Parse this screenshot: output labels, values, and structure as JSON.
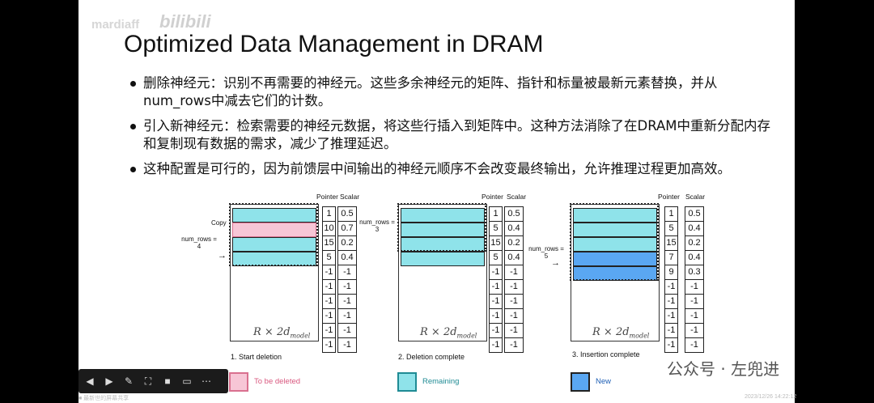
{
  "watermark": {
    "author": "mardiaff",
    "site": "bilibili"
  },
  "slide_title": "Optimized Data Management in DRAM",
  "bullets": [
    "删除神经元：识别不再需要的神经元。这些多余神经元的矩阵、指针和标量被最新元素替换，并从num_rows中减去它们的计数。",
    "引入新神经元：检索需要的神经元数据，将这些行插入到矩阵中。这种方法消除了在DRAM中重新分配内存和复制现有数据的需求，减少了推理延迟。",
    "这种配置是可行的，因为前馈层中间输出的神经元顺序不会改变最终输出，允许推理过程更加高效。"
  ],
  "diagram": {
    "headers": {
      "pointer": "Pointer",
      "scalar": "Scalar"
    },
    "matrix_caption": "R × 2d",
    "matrix_caption_sub": "model",
    "panels": [
      {
        "step": "1. Start deletion",
        "copy_label": "Copy",
        "num_rows_label": "num_rows =",
        "num_rows_value": "4",
        "pointer": [
          "1",
          "10",
          "15",
          "5",
          "-1",
          "-1",
          "-1",
          "-1",
          "-1",
          "-1"
        ],
        "scalar": [
          "0.5",
          "0.7",
          "0.2",
          "0.4",
          "-1",
          "-1",
          "-1",
          "-1",
          "-1",
          "-1"
        ]
      },
      {
        "step": "2. Deletion complete",
        "num_rows_label": "num_rows =",
        "num_rows_value": "3",
        "pointer": [
          "1",
          "5",
          "15",
          "5",
          "-1",
          "-1",
          "-1",
          "-1",
          "-1",
          "-1"
        ],
        "scalar": [
          "0.5",
          "0.4",
          "0.2",
          "0.4",
          "-1",
          "-1",
          "-1",
          "-1",
          "-1",
          "-1"
        ]
      },
      {
        "step": "3. Insertion complete",
        "num_rows_label": "num_rows =",
        "num_rows_value": "5",
        "pointer": [
          "1",
          "5",
          "15",
          "7",
          "9",
          "-1",
          "-1",
          "-1",
          "-1",
          "-1"
        ],
        "scalar": [
          "0.5",
          "0.4",
          "0.2",
          "0.4",
          "0.3",
          "-1",
          "-1",
          "-1",
          "-1",
          "-1"
        ]
      }
    ],
    "legend": [
      {
        "label": "To be deleted",
        "color": "#f7c6d6",
        "text_color": "#d9587f"
      },
      {
        "label": "Remaining",
        "color": "#8fe3ea",
        "text_color": "#1f8b94"
      },
      {
        "label": "New",
        "color": "#5aa7f2",
        "text_color": "#1f5fb5"
      }
    ]
  },
  "overlay_text": {
    "wechat": "公众号 · 左兜进",
    "footer_left": "■ 最新世的屏幕共享",
    "footer_right": "2023/12/26 14:22:12"
  },
  "toolbar_icons": [
    "back-icon",
    "forward-icon",
    "pen-icon",
    "screenshot-icon",
    "camera-icon",
    "chat-icon",
    "more-icon"
  ]
}
